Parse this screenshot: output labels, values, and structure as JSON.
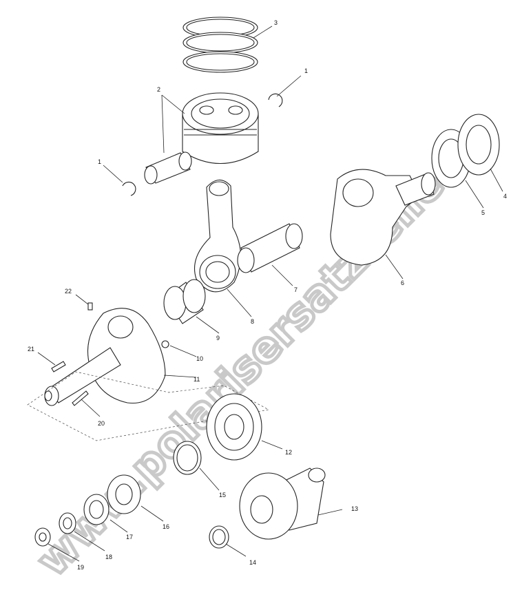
{
  "watermark": "www.polarisersatzteile.de",
  "callouts": {
    "c1a": "1",
    "c1b": "1",
    "c2": "2",
    "c3": "3",
    "c4": "4",
    "c5": "5",
    "c6": "6",
    "c7": "7",
    "c8": "8",
    "c9": "9",
    "c10": "10",
    "c11": "11",
    "c12": "12",
    "c13": "13",
    "c14": "14",
    "c15": "15",
    "c16": "16",
    "c17": "17",
    "c18": "18",
    "c19": "19",
    "c20": "20",
    "c21": "21",
    "c22": "22"
  }
}
